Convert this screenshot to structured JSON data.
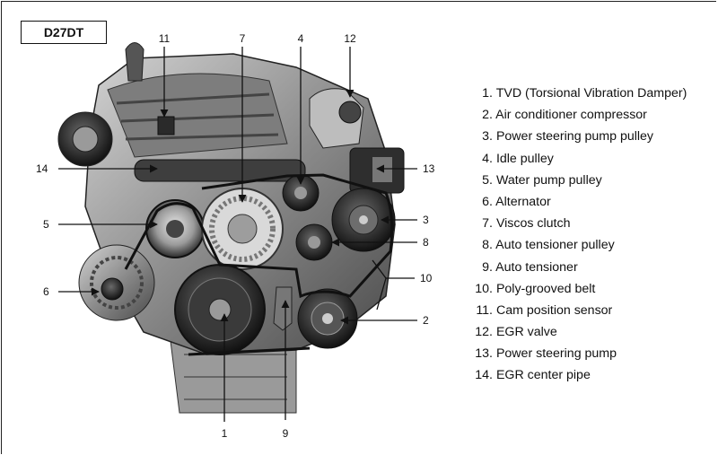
{
  "model": "D27DT",
  "callouts": [
    "1",
    "2",
    "3",
    "4",
    "5",
    "6",
    "7",
    "8",
    "9",
    "10",
    "11",
    "12",
    "13",
    "14"
  ],
  "legend": [
    {
      "num": "1.",
      "text": "TVD (Torsional Vibration Damper)"
    },
    {
      "num": "2.",
      "text": "Air conditioner compressor"
    },
    {
      "num": "3.",
      "text": "Power steering pump pulley"
    },
    {
      "num": "4.",
      "text": "Idle pulley"
    },
    {
      "num": "5.",
      "text": "Water pump pulley"
    },
    {
      "num": "6.",
      "text": "Alternator"
    },
    {
      "num": "7.",
      "text": "Viscos clutch"
    },
    {
      "num": "8.",
      "text": "Auto tensioner pulley"
    },
    {
      "num": "9.",
      "text": "Auto tensioner"
    },
    {
      "num": "10.",
      "text": "Poly-grooved belt"
    },
    {
      "num": "11.",
      "text": "Cam position sensor"
    },
    {
      "num": "12.",
      "text": "EGR valve"
    },
    {
      "num": "13.",
      "text": "Power steering pump"
    },
    {
      "num": "14.",
      "text": "EGR center pipe"
    }
  ],
  "colors": {
    "line": "#111111",
    "engine_dark": "#3a3a3a",
    "engine_mid": "#8a8a8a",
    "engine_light": "#c9c9c9"
  }
}
